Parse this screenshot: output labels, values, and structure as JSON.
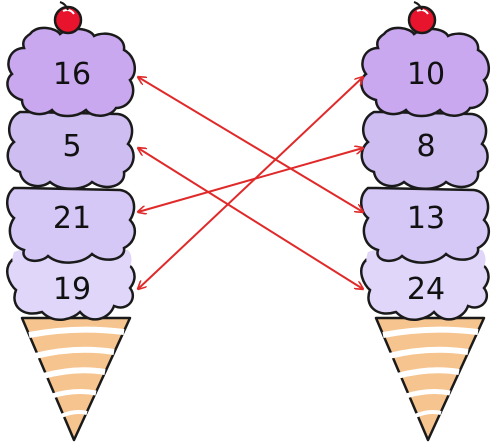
{
  "left_cone": {
    "scoops": [
      {
        "value": "16",
        "color": "#c9a8f0"
      },
      {
        "value": "5",
        "color": "#cdbdf1"
      },
      {
        "value": "21",
        "color": "#d6c8f6"
      },
      {
        "value": "19",
        "color": "#e0d6fa"
      }
    ]
  },
  "right_cone": {
    "scoops": [
      {
        "value": "10",
        "color": "#c9a8f0"
      },
      {
        "value": "8",
        "color": "#cdbdf1"
      },
      {
        "value": "13",
        "color": "#d6c8f6"
      },
      {
        "value": "24",
        "color": "#e0d6fa"
      }
    ]
  },
  "connections": [
    {
      "from": "16",
      "to": "13"
    },
    {
      "from": "5",
      "to": "24"
    },
    {
      "from": "21",
      "to": "8"
    },
    {
      "from": "19",
      "to": "10"
    }
  ],
  "colors": {
    "arrow": "#e02a2a",
    "outline": "#1a1a1a",
    "cherry": "#e8132c",
    "cone": "#f6c48e",
    "cone_stripe": "#ffffff"
  }
}
